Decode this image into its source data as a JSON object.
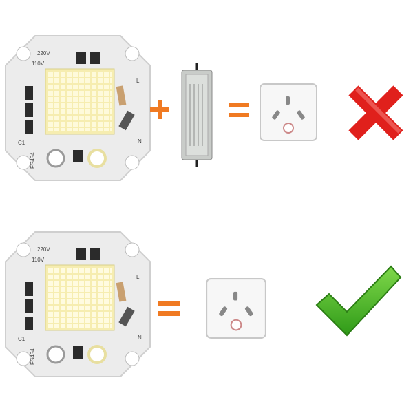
{
  "colors": {
    "operator": "#f07a22",
    "cross": "#e0201c",
    "check": "#3caa1e",
    "board": "#eeeeee",
    "led_panel": "#f7eeb0"
  },
  "icons": [
    "cob-led-chip",
    "plus-icon",
    "led-driver",
    "equals-icon",
    "wall-socket",
    "cross-icon",
    "check-icon"
  ],
  "chip_text": {
    "model": "FS454",
    "voltage": "220V",
    "voltage2": "110V",
    "pad_l": "L",
    "pad_n": "N",
    "c1": "C1"
  },
  "rows": [
    {
      "verdict": "incorrect"
    },
    {
      "verdict": "correct"
    }
  ]
}
